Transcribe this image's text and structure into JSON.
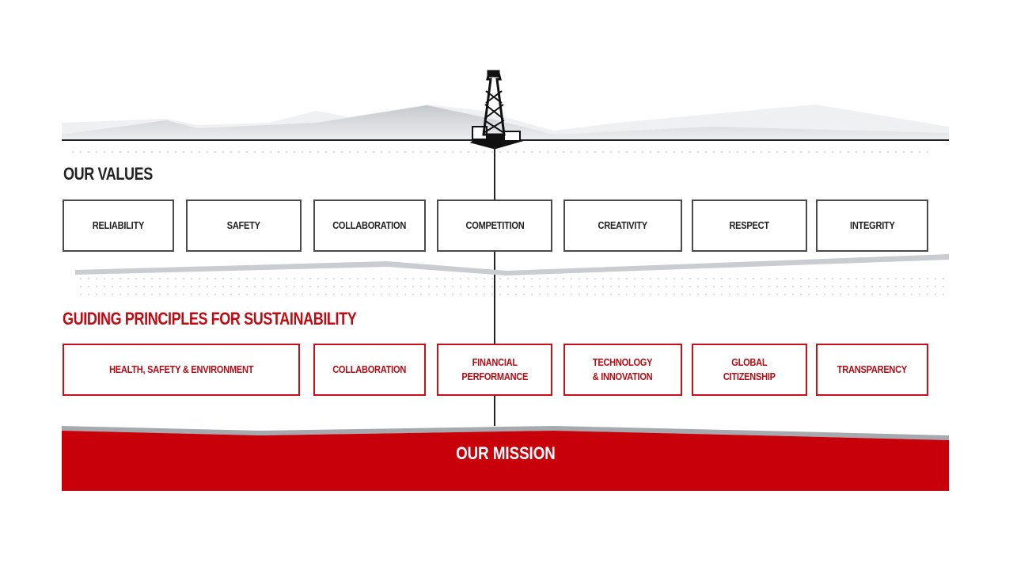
{
  "values_heading": "OUR VALUES",
  "values": [
    "RELIABILITY",
    "SAFETY",
    "COLLABORATION",
    "COMPETITION",
    "CREATIVITY",
    "RESPECT",
    "INTEGRITY"
  ],
  "principles_heading": "GUIDING PRINCIPLES FOR SUSTAINABILITY",
  "principles": [
    "HEALTH, SAFETY & ENVIRONMENT",
    "COLLABORATION",
    "FINANCIAL\nPERFORMANCE",
    "TECHNOLOGY\n& INNOVATION",
    "GLOBAL\nCITIZENSHIP",
    "TRANSPARENCY"
  ],
  "mission": "OUR MISSION",
  "colors": {
    "red": "#c8000a",
    "dark": "#222222",
    "gray": "#c9ccd0"
  }
}
